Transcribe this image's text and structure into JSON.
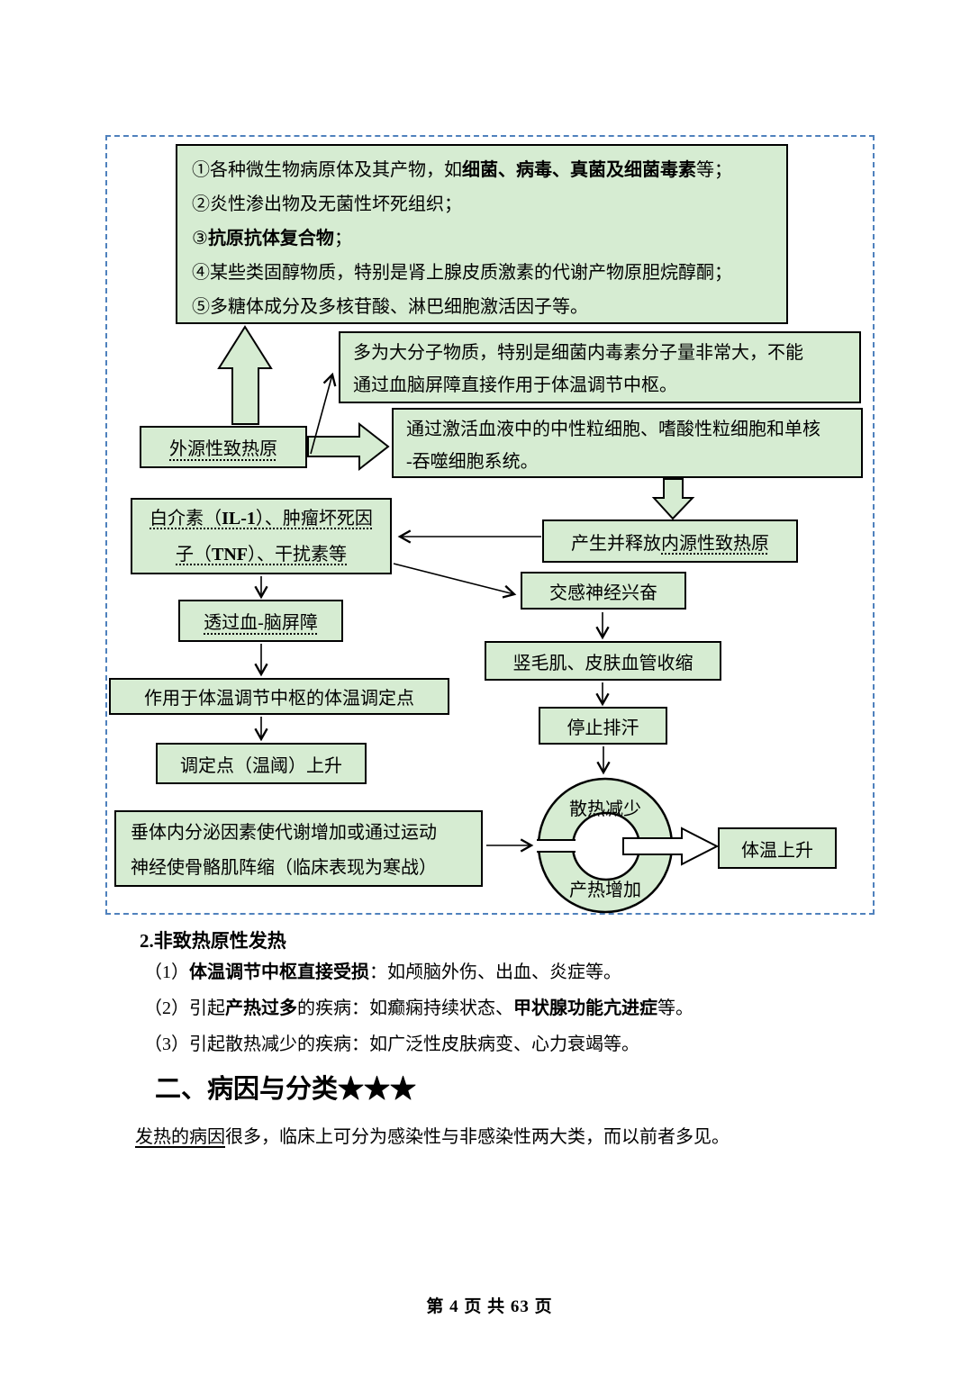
{
  "colors": {
    "box_fill": "#d6ecd2",
    "box_border": "#000000",
    "frame_dashed": "#4f81bd"
  },
  "flowchart": {
    "pyrogen_list": {
      "line1": {
        "runs": [
          {
            "t": "①各种微生物病原体及其产物，如"
          },
          {
            "t": "细菌、病毒、真菌及细菌毒素"
          },
          {
            "t": "等；"
          }
        ]
      },
      "line2": "②炎性渗出物及无菌性坏死组织；",
      "line3": {
        "runs": [
          {
            "t": "③"
          },
          {
            "t": "抗原抗体复合物"
          },
          {
            "t": "；"
          }
        ]
      },
      "line4": "④某些类固醇物质，特别是肾上腺皮质激素的代谢产物原胆烷醇酮；",
      "line5": "⑤多糖体成分及多核苷酸、淋巴细胞激活因子等。"
    },
    "note_molecular": {
      "line1": "多为大分子物质，特别是细菌内毒素分子量非常大，不能",
      "line2": "通过血脑屏障直接作用于体温调节中枢。"
    },
    "exogenous": "外源性致热原",
    "activate": {
      "line1": "通过激活血液中的中性粒细胞、嗜酸性粒细胞和单核",
      "line2": "-吞噬细胞系统。"
    },
    "endogenous": {
      "prefix": "产生并释放",
      "underlined": "内源性致热原"
    },
    "il1": {
      "line1": {
        "runs": [
          {
            "t": "白介素（"
          },
          {
            "t": "IL-1"
          },
          {
            "t": "）、肿瘤坏死因"
          }
        ]
      },
      "line2": {
        "runs": [
          {
            "t": "子（"
          },
          {
            "t": "TNF"
          },
          {
            "t": "）、干扰素等"
          }
        ]
      }
    },
    "sympathetic": "交感神经兴奋",
    "bbb": "透过血-脑屏障",
    "pilomotor": "竖毛肌、皮肤血管收缩",
    "setpoint": "作用于体温调节中枢的体温调定点",
    "sweat": "停止排汗",
    "threshold": "调定点（温阈）上升",
    "chill": {
      "line1": "垂体内分泌因素使代谢增加或通过运动",
      "line2": "神经使骨骼肌阵缩（临床表现为寒战）"
    },
    "heat_loss": "散热减少",
    "heat_gain": "产热增加",
    "temp_rise": "体温上升"
  },
  "body": {
    "sub_heading": "2.非致热原性发热",
    "item1": {
      "runs": [
        {
          "t": "（1）"
        },
        {
          "t": "体温调节中枢直接受损"
        },
        {
          "t": "：如颅脑外伤、出血、炎症等。"
        }
      ]
    },
    "item2": {
      "runs": [
        {
          "t": "（2）引起"
        },
        {
          "t": "产热过多"
        },
        {
          "t": "的疾病：如癫痫持续状态、"
        },
        {
          "t": "甲状腺功能亢进症"
        },
        {
          "t": "等。"
        }
      ]
    },
    "item3": "（3）引起散热减少的疾病：如广泛性皮肤病变、心力衰竭等。",
    "section_heading": "二、病因与分类★★★",
    "paragraph": {
      "runs": [
        {
          "t": "发热的病因"
        },
        {
          "t": "很多，临床上可分为感染性与非感染性两大类，而以前者多见。"
        }
      ]
    }
  },
  "footer": "第 4 页 共 63 页"
}
